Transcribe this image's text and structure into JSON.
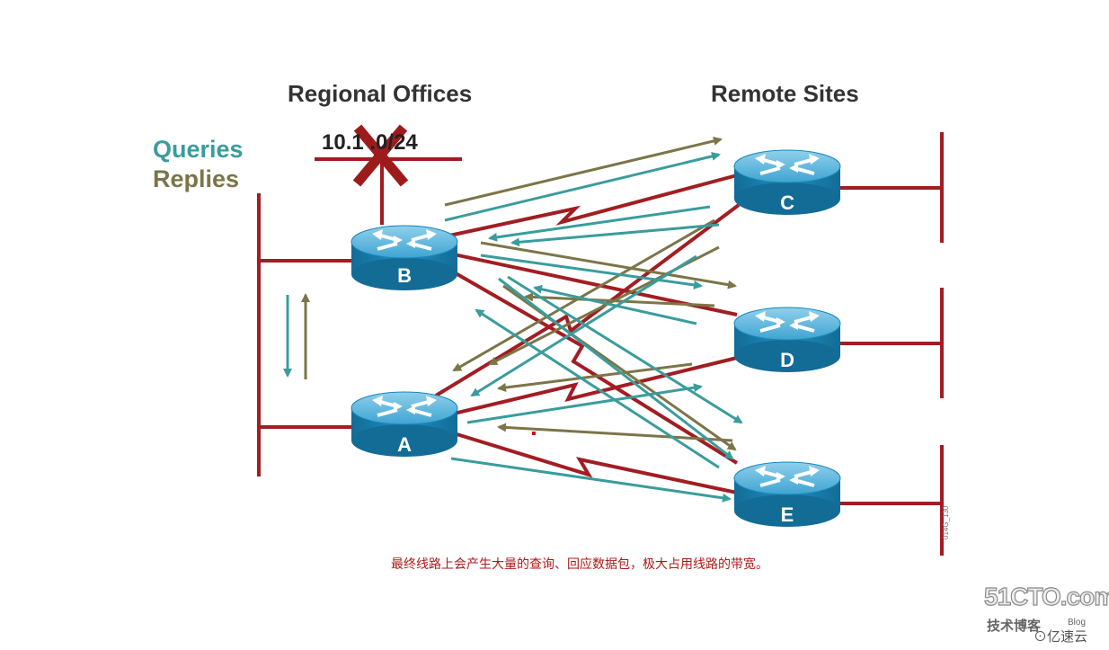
{
  "titles": {
    "regional": "Regional Offices",
    "remote": "Remote Sites"
  },
  "legend": {
    "queries": "Queries",
    "replies": "Replies"
  },
  "subnet_label": "10.1 .0/24",
  "routers": {
    "A": "A",
    "B": "B",
    "C": "C",
    "D": "D",
    "E": "E"
  },
  "caption": "最终线路上会产生大量的查询、回应数据包，极大占用线路的带宽。",
  "figure_id": "014G_130",
  "watermark": {
    "main": "51CTO.com",
    "sub": "技术博客",
    "sub2": "Blog",
    "logo": "⊙亿速云"
  },
  "colors": {
    "link": "#a21d22",
    "query_arrow": "#3a9c9c",
    "reply_arrow": "#7b7548",
    "router_body": "#1a86b8",
    "router_top": "#5ab6de",
    "failure_mark": "#9e1b1b"
  }
}
